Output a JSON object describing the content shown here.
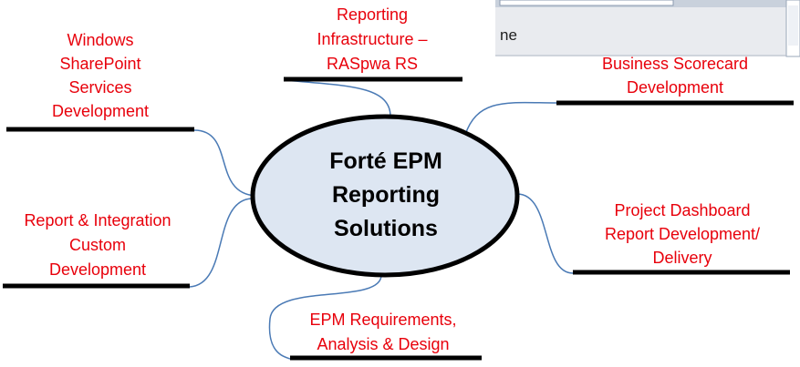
{
  "center": {
    "lines": [
      "Forté EPM",
      "Reporting",
      "Solutions"
    ]
  },
  "nodes": {
    "reporting_infrastructure": {
      "lines": [
        "Reporting",
        "Infrastructure –",
        "RASpwa RS"
      ]
    },
    "wss_development": {
      "lines": [
        "Windows",
        "SharePoint",
        "Services",
        "Development"
      ]
    },
    "business_scorecard": {
      "lines": [
        "Business Scorecard",
        "Development"
      ]
    },
    "report_integration": {
      "lines": [
        "Report & Integration",
        "Custom",
        "Development"
      ]
    },
    "project_dashboard": {
      "lines": [
        "Project Dashboard",
        "Report Development/",
        "Delivery"
      ]
    },
    "epm_requirements": {
      "lines": [
        "EPM Requirements,",
        "Analysis & Design"
      ]
    }
  },
  "screenshot_fragment": {
    "text": "ne"
  },
  "colors": {
    "label_text": "#e8000b",
    "connector": "#4a7ab5",
    "ellipse_fill": "#dde6f2",
    "ellipse_stroke": "#000000"
  }
}
